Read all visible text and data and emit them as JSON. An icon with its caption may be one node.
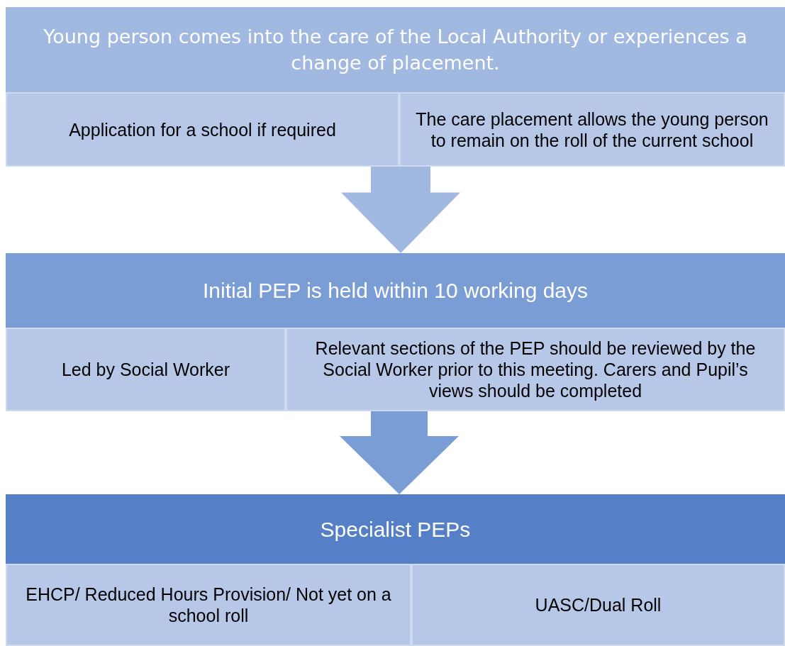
{
  "diagram": {
    "nodes": [
      {
        "text": [
          "Young person comes into the care of the Local Authority or experiences a change of placement."
        ]
      },
      {
        "text": [
          "Application for a school if required"
        ],
        "in": 0
      },
      {
        "text": [
          "The care placement allows the young person to remain on the roll of the current school"
        ],
        "in": 0
      },
      {
        "text": [
          "Initial PEP is held within 10 working days"
        ]
      },
      {
        "text": [
          "Led by Social Worker"
        ],
        "in": 3
      },
      {
        "text": [
          "Relevant sections of the PEP should be reviewed by the Social Worker prior to this meeting. Carers and Pupil’s views should be completed"
        ],
        "in": 3
      },
      {
        "text": [
          "Specialist PEPs"
        ]
      },
      {
        "text": [
          "EHCP/  Reduced Hours Provision/ Not yet on a school roll"
        ],
        "in": 6
      },
      {
        "text": [
          "UASC/Dual Roll"
        ],
        "in": 6
      }
    ],
    "edges": [
      {
        "from": 0,
        "to": 3,
        "arrow": "to"
      },
      {
        "from": 3,
        "to": 6,
        "arrow": "to"
      }
    ]
  }
}
